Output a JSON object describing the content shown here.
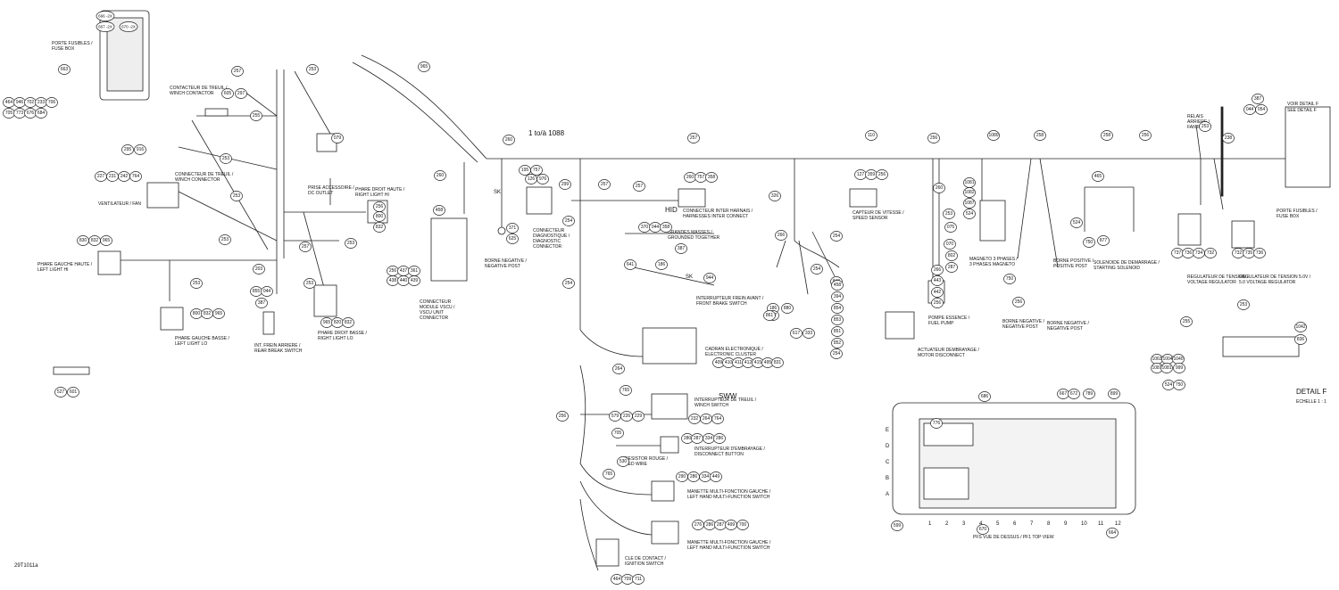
{
  "drawing_id": "29T1011a",
  "main_label": "1 to/à 1088",
  "detail": {
    "title": "DETAIL F",
    "scale": "ECHELLE 1 : 1",
    "see_detail": "VOIR DETAIL F",
    "see_detail_en": "SEE DETAIL F"
  },
  "marks": {
    "hid": "HID",
    "sww": "SWW",
    "sk1": "SK",
    "sk2": "SK"
  },
  "components": {
    "fuse_box_tl": [
      "PORTE FUSIBLES /",
      "FUSE BOX"
    ],
    "winch_contactor": [
      "CONTACTEUR DE TREUIL /",
      "WINCH CONTACTOR"
    ],
    "winch_connector": [
      "CONNECTEUR DE TREUIL /",
      "WINCH CONNECTOR"
    ],
    "fan": [
      "VENTILATEUR / FAN"
    ],
    "left_hi": [
      "PHARE GAUCHE HAUTE /",
      "LEFT LIGHT HI"
    ],
    "left_lo": [
      "PHARE GAUCHE BASSE /",
      "LEFT LIGHT LO"
    ],
    "rear_brake": [
      "INT. FREIN ARRIERE /",
      "REAR BREAK SWITCH"
    ],
    "dc_outlet": [
      "PRISE ACCESSOIRE /",
      "DC OUTLET"
    ],
    "right_hi": [
      "PHARE DROIT HAUTE /",
      "RIGHT LIGHT HI"
    ],
    "right_lo": [
      "PHARE DROIT BASSE /",
      "RIGHT LIGHT LO"
    ],
    "vcm": [
      "CONNECTEUR",
      "MODULE VSCU /",
      "VSCU UNIT",
      "CONNECTOR"
    ],
    "neg_post": [
      "BORNE NEGATIVE /",
      "NEGATIVE POST"
    ],
    "diag": [
      "CONNECTEUR",
      "DIAGNOSTIQUE /",
      "DIAGNOSTIC",
      "CONNECTOR"
    ],
    "harness_inter": [
      "CONNECTEUR INTER HARNAIS /",
      "HARNESSES INTER CONNECT"
    ],
    "grounds": [
      "GRANDES MASSES /",
      "GROUNDED TOGETHER"
    ],
    "front_brake": [
      "INTERRUPTEUR FREIN AVANT /",
      "FRONT BRAKE SWITCH"
    ],
    "speed": [
      "CAPTEUR DE VITESSE /",
      "SPEED SENSOR"
    ],
    "motor_disc": [
      "ACTUATEUR DEMBRAYAGE /",
      "MOTOR DISCONNECT"
    ],
    "fuel_pump": [
      "POMPE ESSENCE /",
      "FUEL PUMP"
    ],
    "magneto": [
      "MAGNETO 3 PHASES /",
      "3 PHASES MAGNETO"
    ],
    "neg_post2": [
      "BORNE NEGATIVE /",
      "NEGATIVE POST"
    ],
    "neg_post3": [
      "BORNE NEGATIVE /",
      "NEGATIVE POST"
    ],
    "pos_post": [
      "BORNE POSITIVE /",
      "POSITIVE POST"
    ],
    "start_sol": [
      "SOLENOIDE DE DEMARRAGE /",
      "STARTING SOLENOID"
    ],
    "fan_relay": [
      "RELAIS",
      "ARRIERE /",
      "FAN RELAY"
    ],
    "fuse_box_r": [
      "PORTE FUSIBLES /",
      "FUSE BOX"
    ],
    "voltage_reg": [
      "REGULATEUR DE TENSION /",
      "VOLTAGE REGULATOR"
    ],
    "voltage_reg2": [
      "REGULATEUR DE TENSION 5.0V /",
      "5.0 VOLTAGE REGULATOR"
    ],
    "cluster": [
      "CADRAN ELECTRONIQUE /",
      "ELECTRONIC CLUSTER"
    ],
    "winch_switch": [
      "INTERRUPTEUR DE TREUIL /",
      "WINCH SWITCH"
    ],
    "disconnect_btn": [
      "INTERRUPTEUR D'EMBRAYAGE /",
      "DISCONNECT BUTTON"
    ],
    "left_multi": [
      "MANETTE MULTI-FONCTION GAUCHE /",
      "LEFT HAND MULTI-FUNCTION SWITCH"
    ],
    "left_multi2": [
      "MANETTE MULTI-FONCTION GAUCHE /",
      "LEFT HAND MULTI-FUNCTION SWITCH"
    ],
    "ignition": [
      "CLE DE CONTACT /",
      "IGNITION SWITCH"
    ],
    "fuse_view": [
      "PFS VUE DE DESSUS / PF1 TOP VIEW"
    ],
    "red_wire": [
      "RESISTOR ROUGE /",
      "RED WIRE"
    ]
  },
  "grid": {
    "rows": [
      "E",
      "D",
      "C",
      "B",
      "A"
    ],
    "cols": [
      "1",
      "2",
      "3",
      "4",
      "5",
      "6",
      "7",
      "8",
      "9",
      "10",
      "11",
      "12"
    ]
  },
  "refs": [
    "666 -2X",
    "667 -2X",
    "670 -2X",
    "663",
    "464",
    "946",
    "702",
    "233",
    "706",
    "705",
    "773",
    "676",
    "684",
    "257",
    "253",
    "255",
    "605",
    "297",
    "295",
    "916",
    "227",
    "231",
    "242",
    "764",
    "253",
    "253",
    "253",
    "203",
    "830",
    "832",
    "965",
    "253",
    "800",
    "832",
    "965",
    "855",
    "044",
    "387",
    "253",
    "079",
    "253",
    "257",
    "256",
    "800",
    "832",
    "965",
    "820",
    "832",
    "965",
    "260",
    "260",
    "256",
    "437",
    "361",
    "438",
    "440",
    "439",
    "458",
    "195",
    "757",
    "126",
    "976",
    "371",
    "625",
    "299",
    "257",
    "254",
    "254",
    "257",
    "260",
    "757",
    "358",
    "370",
    "044",
    "358",
    "387",
    "641",
    "186",
    "944",
    "326",
    "266",
    "254",
    "254",
    "186",
    "917",
    "849",
    "880",
    "861",
    "617",
    "333",
    "458",
    "394",
    "854",
    "853",
    "851",
    "852",
    "254",
    "260",
    "110",
    "127",
    "359",
    "256",
    "256",
    "253",
    "075",
    "070",
    "802",
    "287",
    "266",
    "443",
    "442",
    "256",
    "1080",
    "1081",
    "1082",
    "1087",
    "524",
    "750",
    "256",
    "258",
    "258",
    "256",
    "465",
    "524",
    "750",
    "877",
    "238",
    "387",
    "044",
    "054",
    "253",
    "737",
    "736",
    "734",
    "732",
    "732",
    "735",
    "736",
    "253",
    "255",
    "836",
    "1042",
    "1063",
    "1004",
    "1040",
    "1087",
    "1081",
    "999",
    "524",
    "750",
    "257",
    "264",
    "409",
    "410",
    "411",
    "412",
    "415",
    "495",
    "831",
    "765",
    "579",
    "226",
    "229",
    "232",
    "264",
    "764",
    "256",
    "705",
    "280",
    "287",
    "334",
    "286",
    "530",
    "290",
    "286",
    "334",
    "449",
    "765",
    "276",
    "286",
    "287",
    "499",
    "700",
    "464",
    "709",
    "711",
    "776",
    "686",
    "667",
    "672",
    "789",
    "899",
    "599",
    "670",
    "664",
    "527",
    "601"
  ]
}
